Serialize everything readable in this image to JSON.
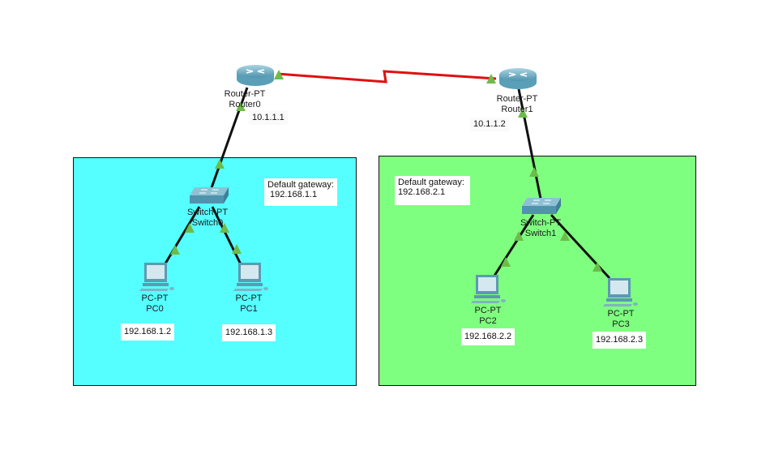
{
  "topology": {
    "areas": [
      {
        "id": "lan1",
        "color": "#55ffff"
      },
      {
        "id": "lan2",
        "color": "#7fff7f"
      }
    ],
    "devices": {
      "router0": {
        "model": "Router-PT",
        "name": "Router0",
        "ip": "10.1.1.1"
      },
      "router1": {
        "model": "Router-PT",
        "name": "Router1",
        "ip": "10.1.1.2"
      },
      "switch0": {
        "model": "Switch-PT",
        "name": "Switch0"
      },
      "switch1": {
        "model": "Switch-PT",
        "name": "Switch1"
      },
      "pc0": {
        "model": "PC-PT",
        "name": "PC0",
        "ip": "192.168.1.2"
      },
      "pc1": {
        "model": "PC-PT",
        "name": "PC1",
        "ip": "192.168.1.3"
      },
      "pc2": {
        "model": "PC-PT",
        "name": "PC2",
        "ip": "192.168.2.2"
      },
      "pc3": {
        "model": "PC-PT",
        "name": "PC3",
        "ip": "192.168.2.3"
      }
    },
    "notes": {
      "lan1_gateway": {
        "title": "Default gateway:",
        "value": "192.168.1.1"
      },
      "lan2_gateway": {
        "title": "Default gateway:",
        "value": "192.168.2.1"
      }
    },
    "links": [
      {
        "from": "router0",
        "to": "router1",
        "type": "serial",
        "color": "#e01010"
      },
      {
        "from": "router0",
        "to": "switch0",
        "type": "copper",
        "color": "#111111"
      },
      {
        "from": "router1",
        "to": "switch1",
        "type": "copper",
        "color": "#111111"
      },
      {
        "from": "switch0",
        "to": "pc0",
        "type": "copper",
        "color": "#111111"
      },
      {
        "from": "switch0",
        "to": "pc1",
        "type": "copper",
        "color": "#111111"
      },
      {
        "from": "switch1",
        "to": "pc2",
        "type": "copper",
        "color": "#111111"
      },
      {
        "from": "switch1",
        "to": "pc3",
        "type": "copper",
        "color": "#111111"
      }
    ],
    "link_status_color": "#6dbb4a"
  }
}
